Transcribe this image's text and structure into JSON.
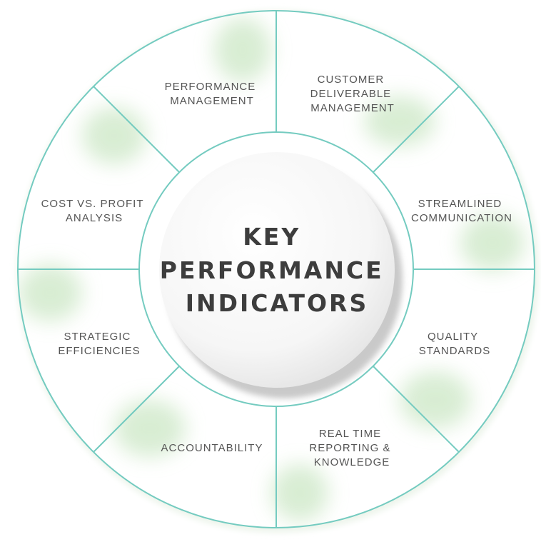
{
  "title": [
    "KEY",
    "PERFORMANCE",
    "INDICATORS"
  ],
  "segments": [
    {
      "lines": [
        "PERFORMANCE",
        "MANAGEMENT"
      ]
    },
    {
      "lines": [
        "CUSTOMER",
        "DELIVERABLE",
        "MANAGEMENT"
      ]
    },
    {
      "lines": [
        "STREAMLINED",
        "COMMUNICATION"
      ]
    },
    {
      "lines": [
        "QUALITY",
        "STANDARDS"
      ]
    },
    {
      "lines": [
        "REAL TIME",
        "REPORTING &",
        "KNOWLEDGE"
      ]
    },
    {
      "lines": [
        "ACCOUNTABILITY"
      ]
    },
    {
      "lines": [
        "STRATEGIC",
        "EFFICIENCIES"
      ]
    },
    {
      "lines": [
        "COST VS. PROFIT",
        "ANALYSIS"
      ]
    }
  ],
  "colors": {
    "ring": "#74cbc0",
    "glow": "#cfe8c9",
    "text": "#555555",
    "title": "#3d3d3d"
  }
}
